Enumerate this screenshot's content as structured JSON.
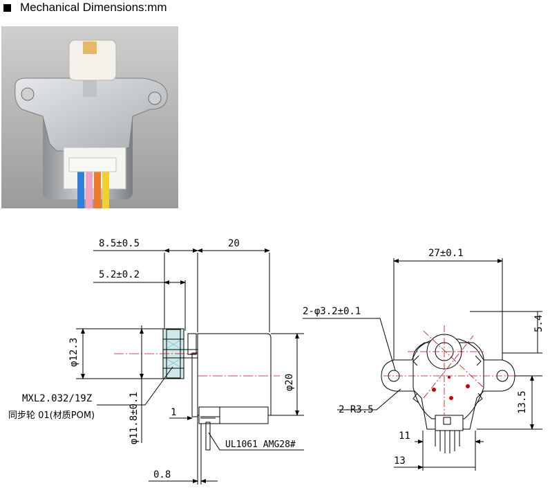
{
  "header": {
    "title": "Mechanical Dimensions:mm"
  },
  "side_view": {
    "dims": {
      "gear_offset": "8.5±0.5",
      "total_length": "20",
      "shaft_offset": "5.2±0.2",
      "gear_diameter": "φ12.3",
      "body_diameter": "φ20",
      "flange_diameter": "φ11.8±0.1",
      "thickness_1": "1",
      "thickness_0_8": "0.8"
    },
    "gear_label_line1": "MXL2.032/19Z",
    "gear_label_line2": "同步轮 01(材质POM)",
    "cable_label": "UL1061 AMG28#"
  },
  "front_view": {
    "dims": {
      "hole_spacing": "27±0.1",
      "hole_diameter": "2-φ3.2±0.1",
      "radius": "2-R3.5",
      "offset_5_4": "5.4",
      "offset_13_5": "13.5",
      "width_11": "11",
      "width_13": "13"
    }
  },
  "colors": {
    "line": "#000000",
    "centerline": "#cc0000",
    "gear_fill": "#cfe8ea"
  }
}
